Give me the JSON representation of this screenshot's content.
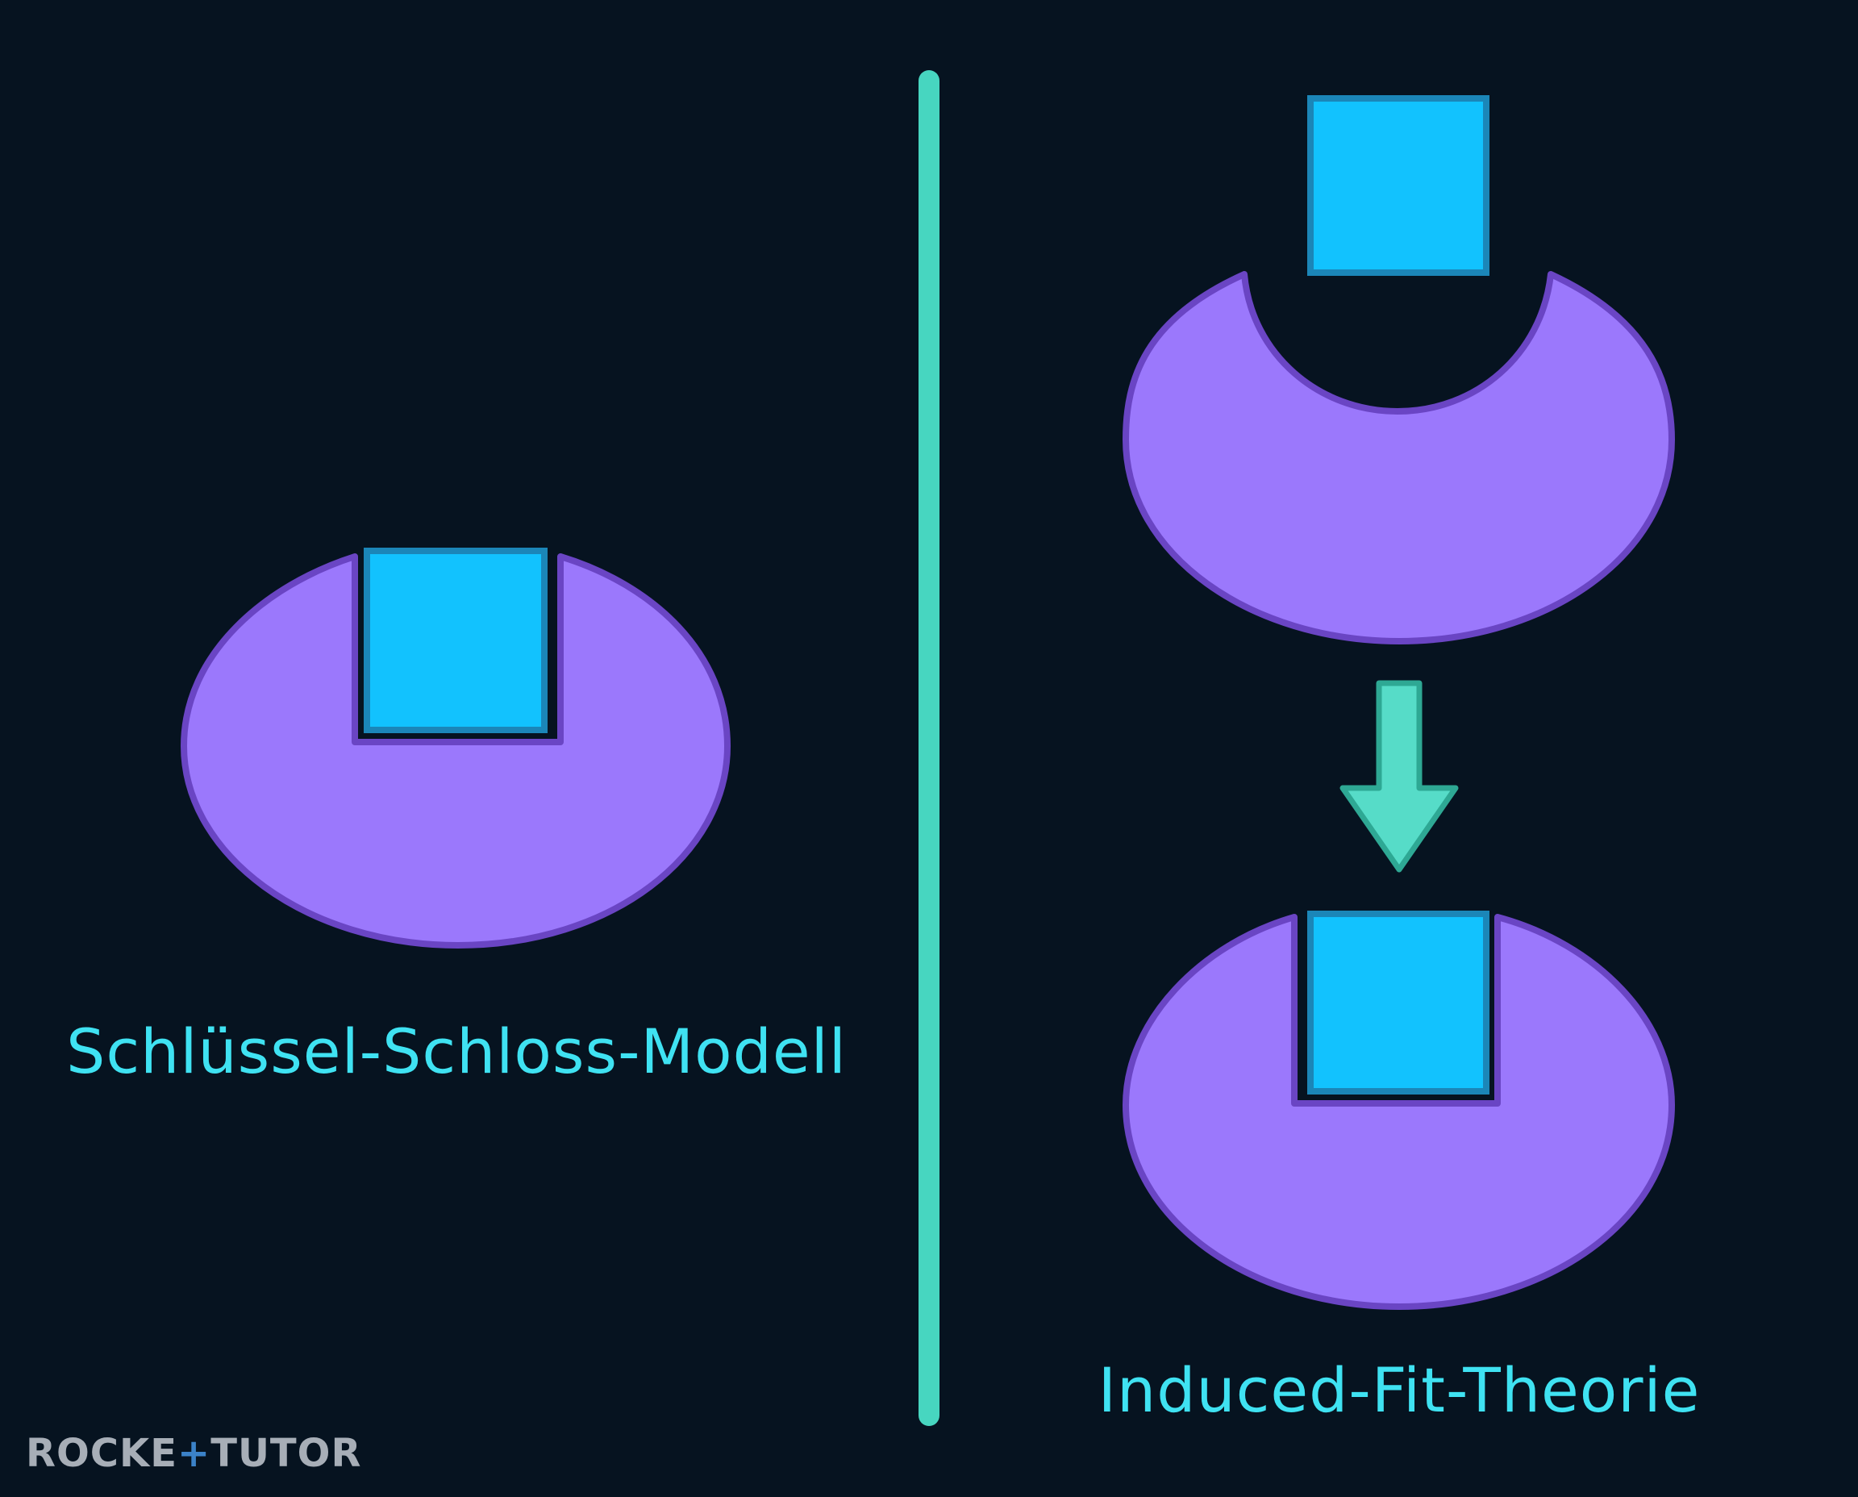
{
  "labels": {
    "left_model": "Schlüssel-Schloss-Modell",
    "right_model": "Induced-Fit-Theorie"
  },
  "logo": {
    "part1": "ROCKE",
    "part2": "+",
    "part3": "TUTO",
    "part4": "R"
  },
  "colors": {
    "background": "#061320",
    "enzyme_fill": "#9b78fc",
    "enzyme_stroke": "#6a45c4",
    "substrate_fill": "#12c2fe",
    "substrate_stroke": "#1b86b8",
    "divider": "#47d6c0",
    "arrow_fill": "#56dcc8",
    "arrow_stroke": "#2ea894",
    "label_text": "#3fe2f2",
    "logo_gray": "#a7aeb7",
    "logo_accent": "#3b82c8"
  }
}
